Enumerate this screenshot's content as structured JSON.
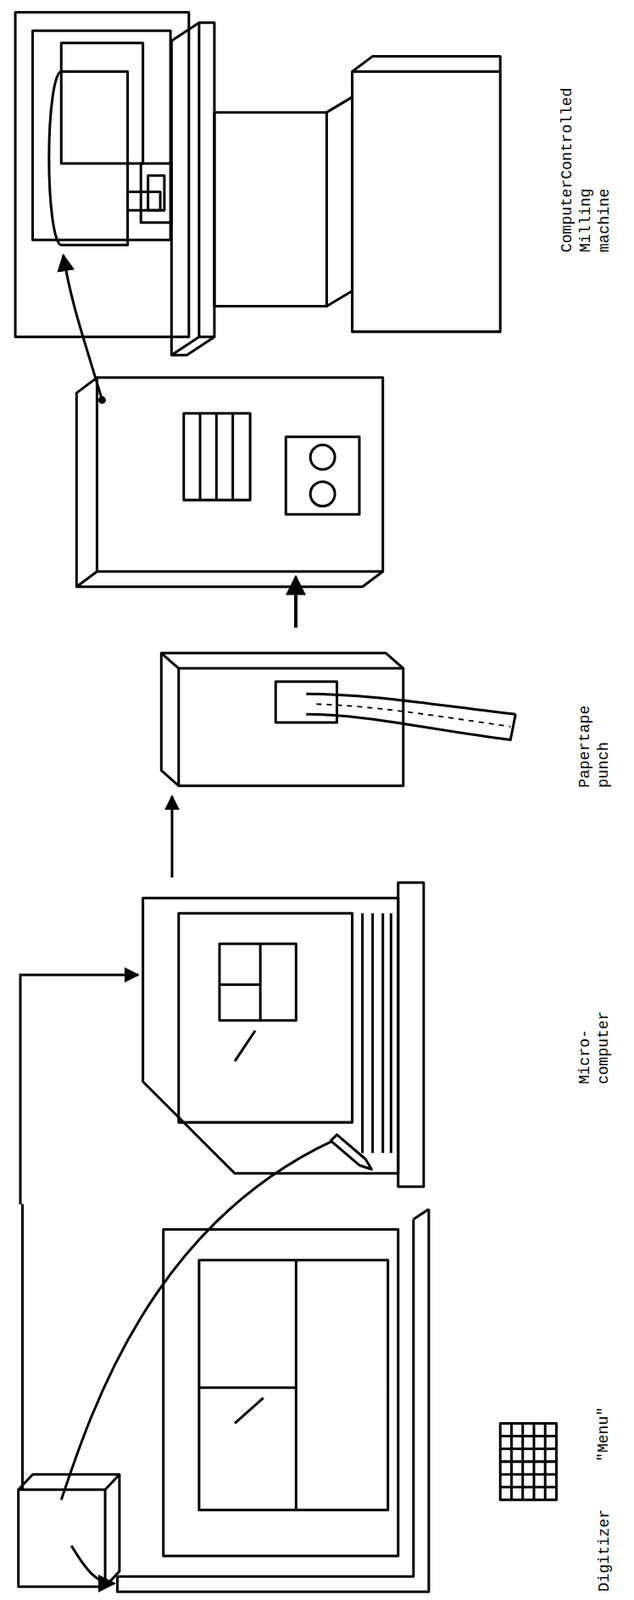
{
  "diagram": {
    "nodes": [
      {
        "text": [
          "Digitizer"
        ]
      },
      {
        "text": [
          "Micro-computer"
        ]
      },
      {
        "text": [
          "Papertape punch"
        ]
      },
      {
        "text": [
          "ComputerControlled Milling machine"
        ]
      }
    ],
    "edges": [
      {
        "from": 0,
        "to": 1,
        "arrow": "to"
      },
      {
        "from": 1,
        "to": 2,
        "arrow": "to"
      },
      {
        "from": 2,
        "to": 3,
        "arrow": "to"
      }
    ],
    "labels": [
      "\"Menu\""
    ]
  }
}
